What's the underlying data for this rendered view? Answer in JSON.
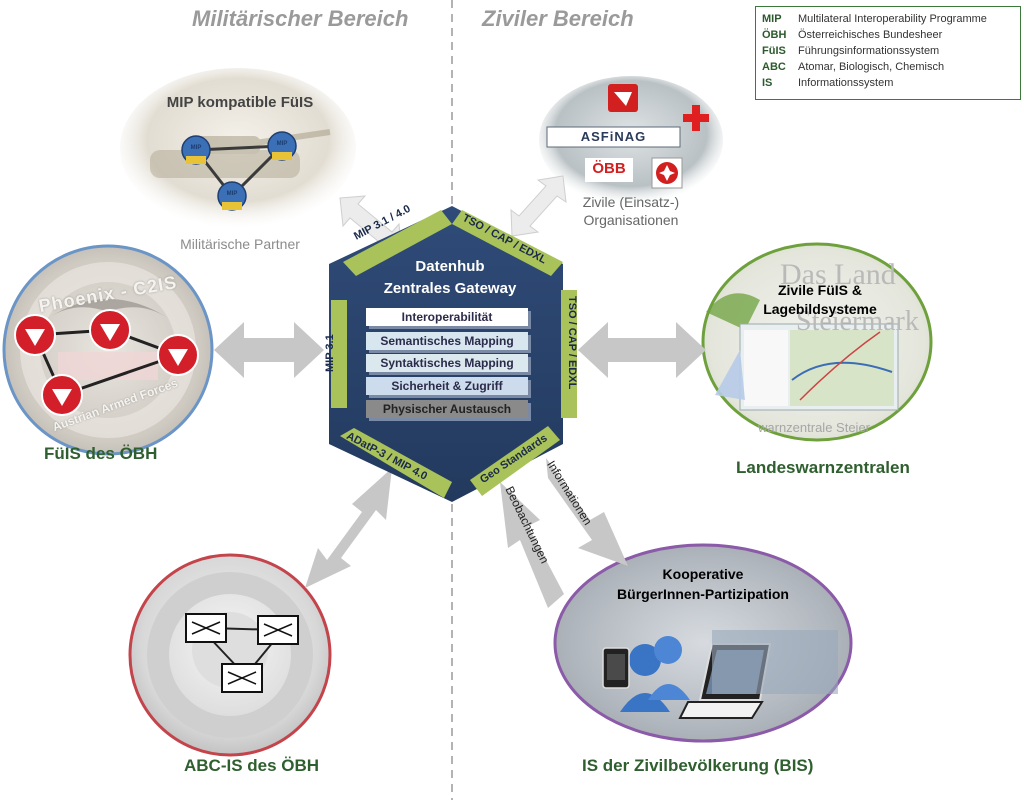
{
  "headers": {
    "military": "Militärischer Bereich",
    "civil": "Ziviler Bereich"
  },
  "abbreviations": [
    {
      "key": "MIP",
      "value": "Multilateral Interoperability Programme"
    },
    {
      "key": "ÖBH",
      "value": "Österreichisches Bundesheer"
    },
    {
      "key": "FüIS",
      "value": "Führungsinformationssystem"
    },
    {
      "key": "ABC",
      "value": "Atomar, Biologisch, Chemisch"
    },
    {
      "key": "IS",
      "value": "Informationssystem"
    }
  ],
  "hub": {
    "title_line1": "Datenhub",
    "title_line2": "Zentrales Gateway",
    "layers": [
      "Interoperabilität",
      "Semantisches Mapping",
      "Syntaktisches Mapping",
      "Sicherheit & Zugriff",
      "Physischer Austausch"
    ],
    "edges": {
      "top_left": "MIP 3.1 / 4.0",
      "top_right": "TSO / CAP / EDXL",
      "left": "MIP 3.1",
      "right": "TSO / CAP / EDXL",
      "bottom_left": "ADatP-3 / MIP 4.0",
      "bottom_right": "Geo Standards"
    }
  },
  "nodes": {
    "mip_partners": {
      "title": "MIP kompatible FüIS",
      "caption": "Militärische Partner",
      "badge": "MIP"
    },
    "civil_orgs": {
      "caption_line1": "Zivile (Einsatz-)",
      "caption_line2": "Organisationen",
      "logos": [
        "ASFiNAG",
        "ÖBB"
      ]
    },
    "fuis_oebh": {
      "caption": "FüIS des ÖBH",
      "ring_text_top": "Phoenix - C2IS",
      "ring_text_bottom": "Austrian Armed Forces"
    },
    "landeswarn": {
      "caption": "Landeswarnzentralen",
      "title_line1": "Zivile FüIS &",
      "title_line2": "Lagebildsysteme",
      "bg_line1": "Das Land",
      "bg_line2": "Steiermark",
      "bg_line3": "warnzentrale Steier"
    },
    "abc_is": {
      "caption": "ABC-IS des ÖBH"
    },
    "bis": {
      "caption": "IS der Zivilbevölkerung (BIS)",
      "title_line1": "Kooperative",
      "title_line2": "BürgerInnen-Partizipation"
    }
  },
  "flows": {
    "informationen": "Informationen",
    "beobachtungen": "Beobachtungen"
  },
  "colors": {
    "hub_fill": "#2c4670",
    "hub_band": "#a9c25a",
    "caption_green": "#2f5f2f",
    "arrow_gray": "#c4c4c4"
  }
}
